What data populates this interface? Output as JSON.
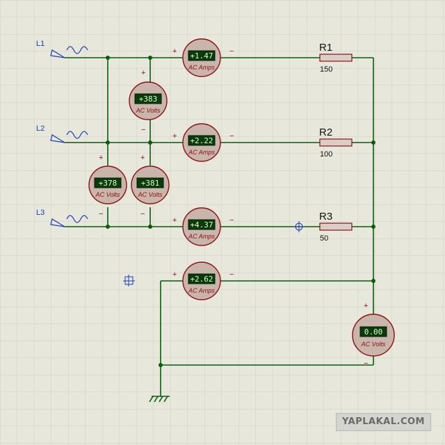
{
  "sources": [
    {
      "label": "L1"
    },
    {
      "label": "L2"
    },
    {
      "label": "L3"
    }
  ],
  "resistors": [
    {
      "name": "R1",
      "value": "150"
    },
    {
      "name": "R2",
      "value": "100"
    },
    {
      "name": "R3",
      "value": "50"
    }
  ],
  "meters": {
    "amp_l1": {
      "reading": "+1.47",
      "caption": "AC Amps"
    },
    "amp_l2": {
      "reading": "+2.22",
      "caption": "AC Amps"
    },
    "amp_l3": {
      "reading": "+4.37",
      "caption": "AC Amps"
    },
    "amp_n": {
      "reading": "+2.62",
      "caption": "AC Amps"
    },
    "volt_12": {
      "reading": "+383",
      "caption": "AC Volts"
    },
    "volt_13": {
      "reading": "+378",
      "caption": "AC Volts"
    },
    "volt_23": {
      "reading": "+381",
      "caption": "AC Volts"
    },
    "volt_n": {
      "reading": "0.00",
      "caption": "AC Volts"
    }
  },
  "terminals": {
    "plus": "+",
    "minus": "−"
  },
  "watermark": "YAPLAKAL.COM",
  "colors": {
    "background": "#e7e7dc",
    "grid": "#cfcfc4",
    "wire": "#0c5a0c",
    "meter_face": "#c9b5ac",
    "meter_rim": "#8a1010",
    "display": "#0b3b0b",
    "source_glyph": "#1a3fb0"
  }
}
